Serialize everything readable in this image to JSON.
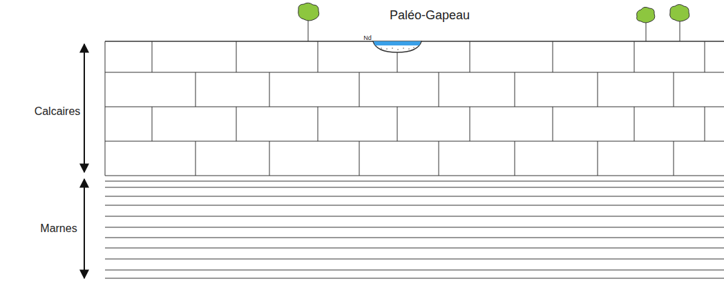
{
  "diagram": {
    "labels": [
      "Paléo-Gapeau",
      "Nd",
      "Calcaires",
      "Marnes"
    ]
  }
}
